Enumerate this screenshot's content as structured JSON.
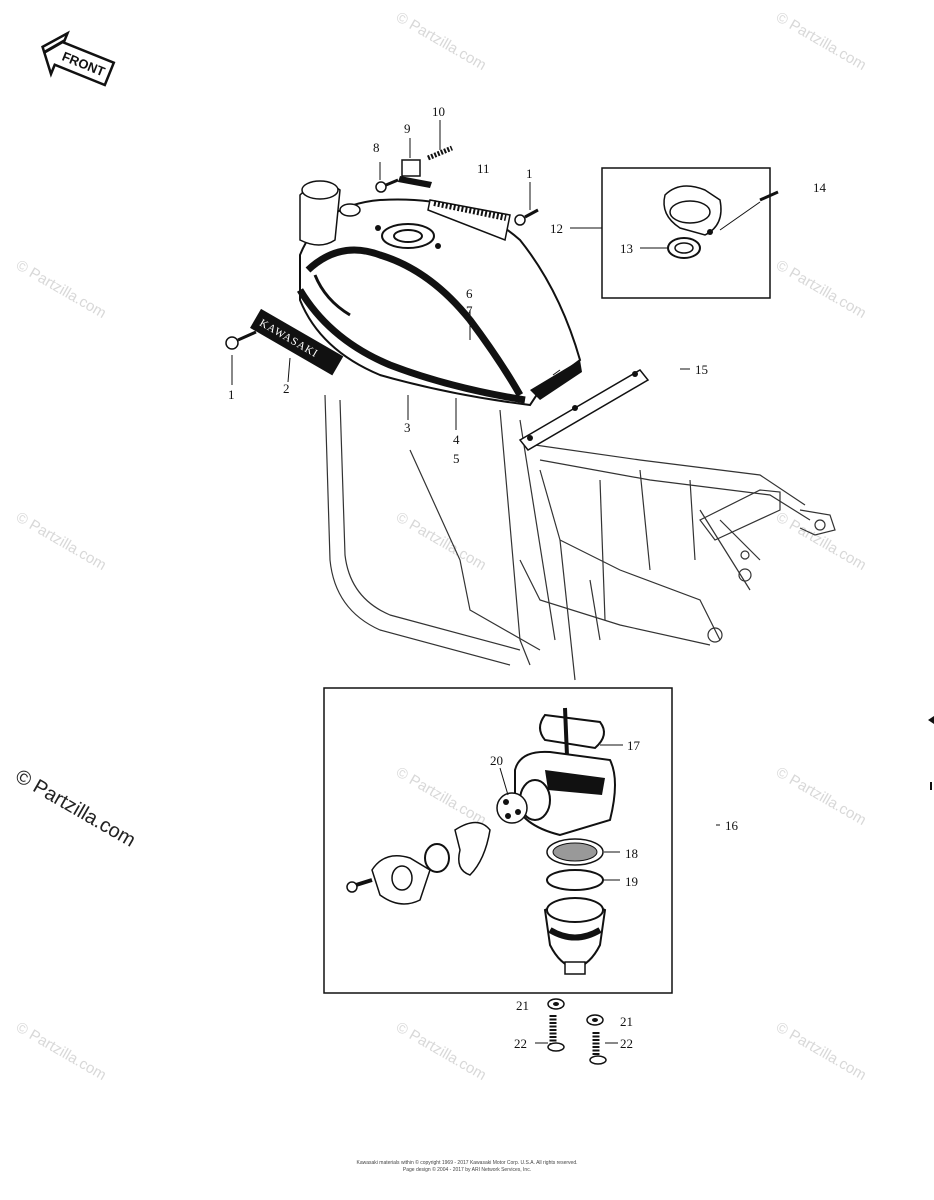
{
  "front_arrow": {
    "label": "FRONT"
  },
  "badge": {
    "text": "KAWASAKI"
  },
  "watermark": {
    "text": "© Partzilla.com"
  },
  "callouts": [
    "1",
    "1",
    "2",
    "3",
    "4",
    "5",
    "6",
    "7",
    "8",
    "9",
    "10",
    "11",
    "12",
    "13",
    "14",
    "15",
    "16",
    "17",
    "18",
    "19",
    "20",
    "21",
    "21",
    "22",
    "22"
  ],
  "callout_labels": {
    "c1a": "1",
    "c1b": "1",
    "c2": "2",
    "c3": "3",
    "c4": "4",
    "c5": "5",
    "c6": "6",
    "c7": "7",
    "c8": "8",
    "c9": "9",
    "c10": "10",
    "c11": "11",
    "c12": "12",
    "c13": "13",
    "c14": "14",
    "c15": "15",
    "c16": "16",
    "c17": "17",
    "c18": "18",
    "c19": "19",
    "c20": "20",
    "c21a": "21",
    "c21b": "21",
    "c22a": "22",
    "c22b": "22"
  },
  "footer": {
    "line1": "Kawasaki materials within © copyright 1969 - 2017 Kawasaki Motor Corp. U.S.A. All rights reserved.",
    "line2": "Page design © 2004 - 2017 by ARI Network Services, Inc."
  },
  "colors": {
    "ink": "#111111",
    "watermark": "#d8d8d8",
    "paper": "#ffffff"
  }
}
